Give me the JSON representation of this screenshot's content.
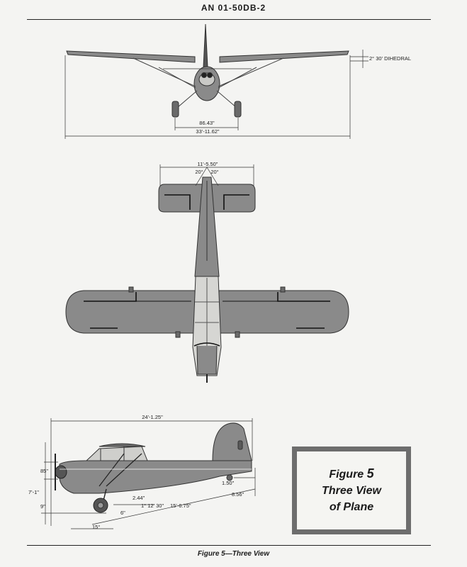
{
  "header": {
    "doc_number": "AN 01-50DB-2"
  },
  "front_view": {
    "dihedral": "2° 30' DIHEDRAL",
    "gear_track": "86.43\"",
    "span": "33'-11.62\""
  },
  "top_view": {
    "stab_span": "11'-5.50\"",
    "angle_left": "20°",
    "angle_right": "20°"
  },
  "side_view": {
    "length": "24'-1.25\"",
    "prop_height": "85\"",
    "gear_height": "7'-1\"",
    "lower_dim": "9\"",
    "tail_height": "1.50\"",
    "tail_offset": "8.56\"",
    "wheel_dim": "2.44\"",
    "ground_angle": "1° 12' 30\"",
    "wheel_base": "15'-6.75\"",
    "offset_6": "6\"",
    "angle_15": "15°"
  },
  "figure_box": {
    "line1_word": "Figure",
    "line1_num": "5",
    "line2": "Three View",
    "line3": "of Plane"
  },
  "caption": "Figure 5—Three View"
}
